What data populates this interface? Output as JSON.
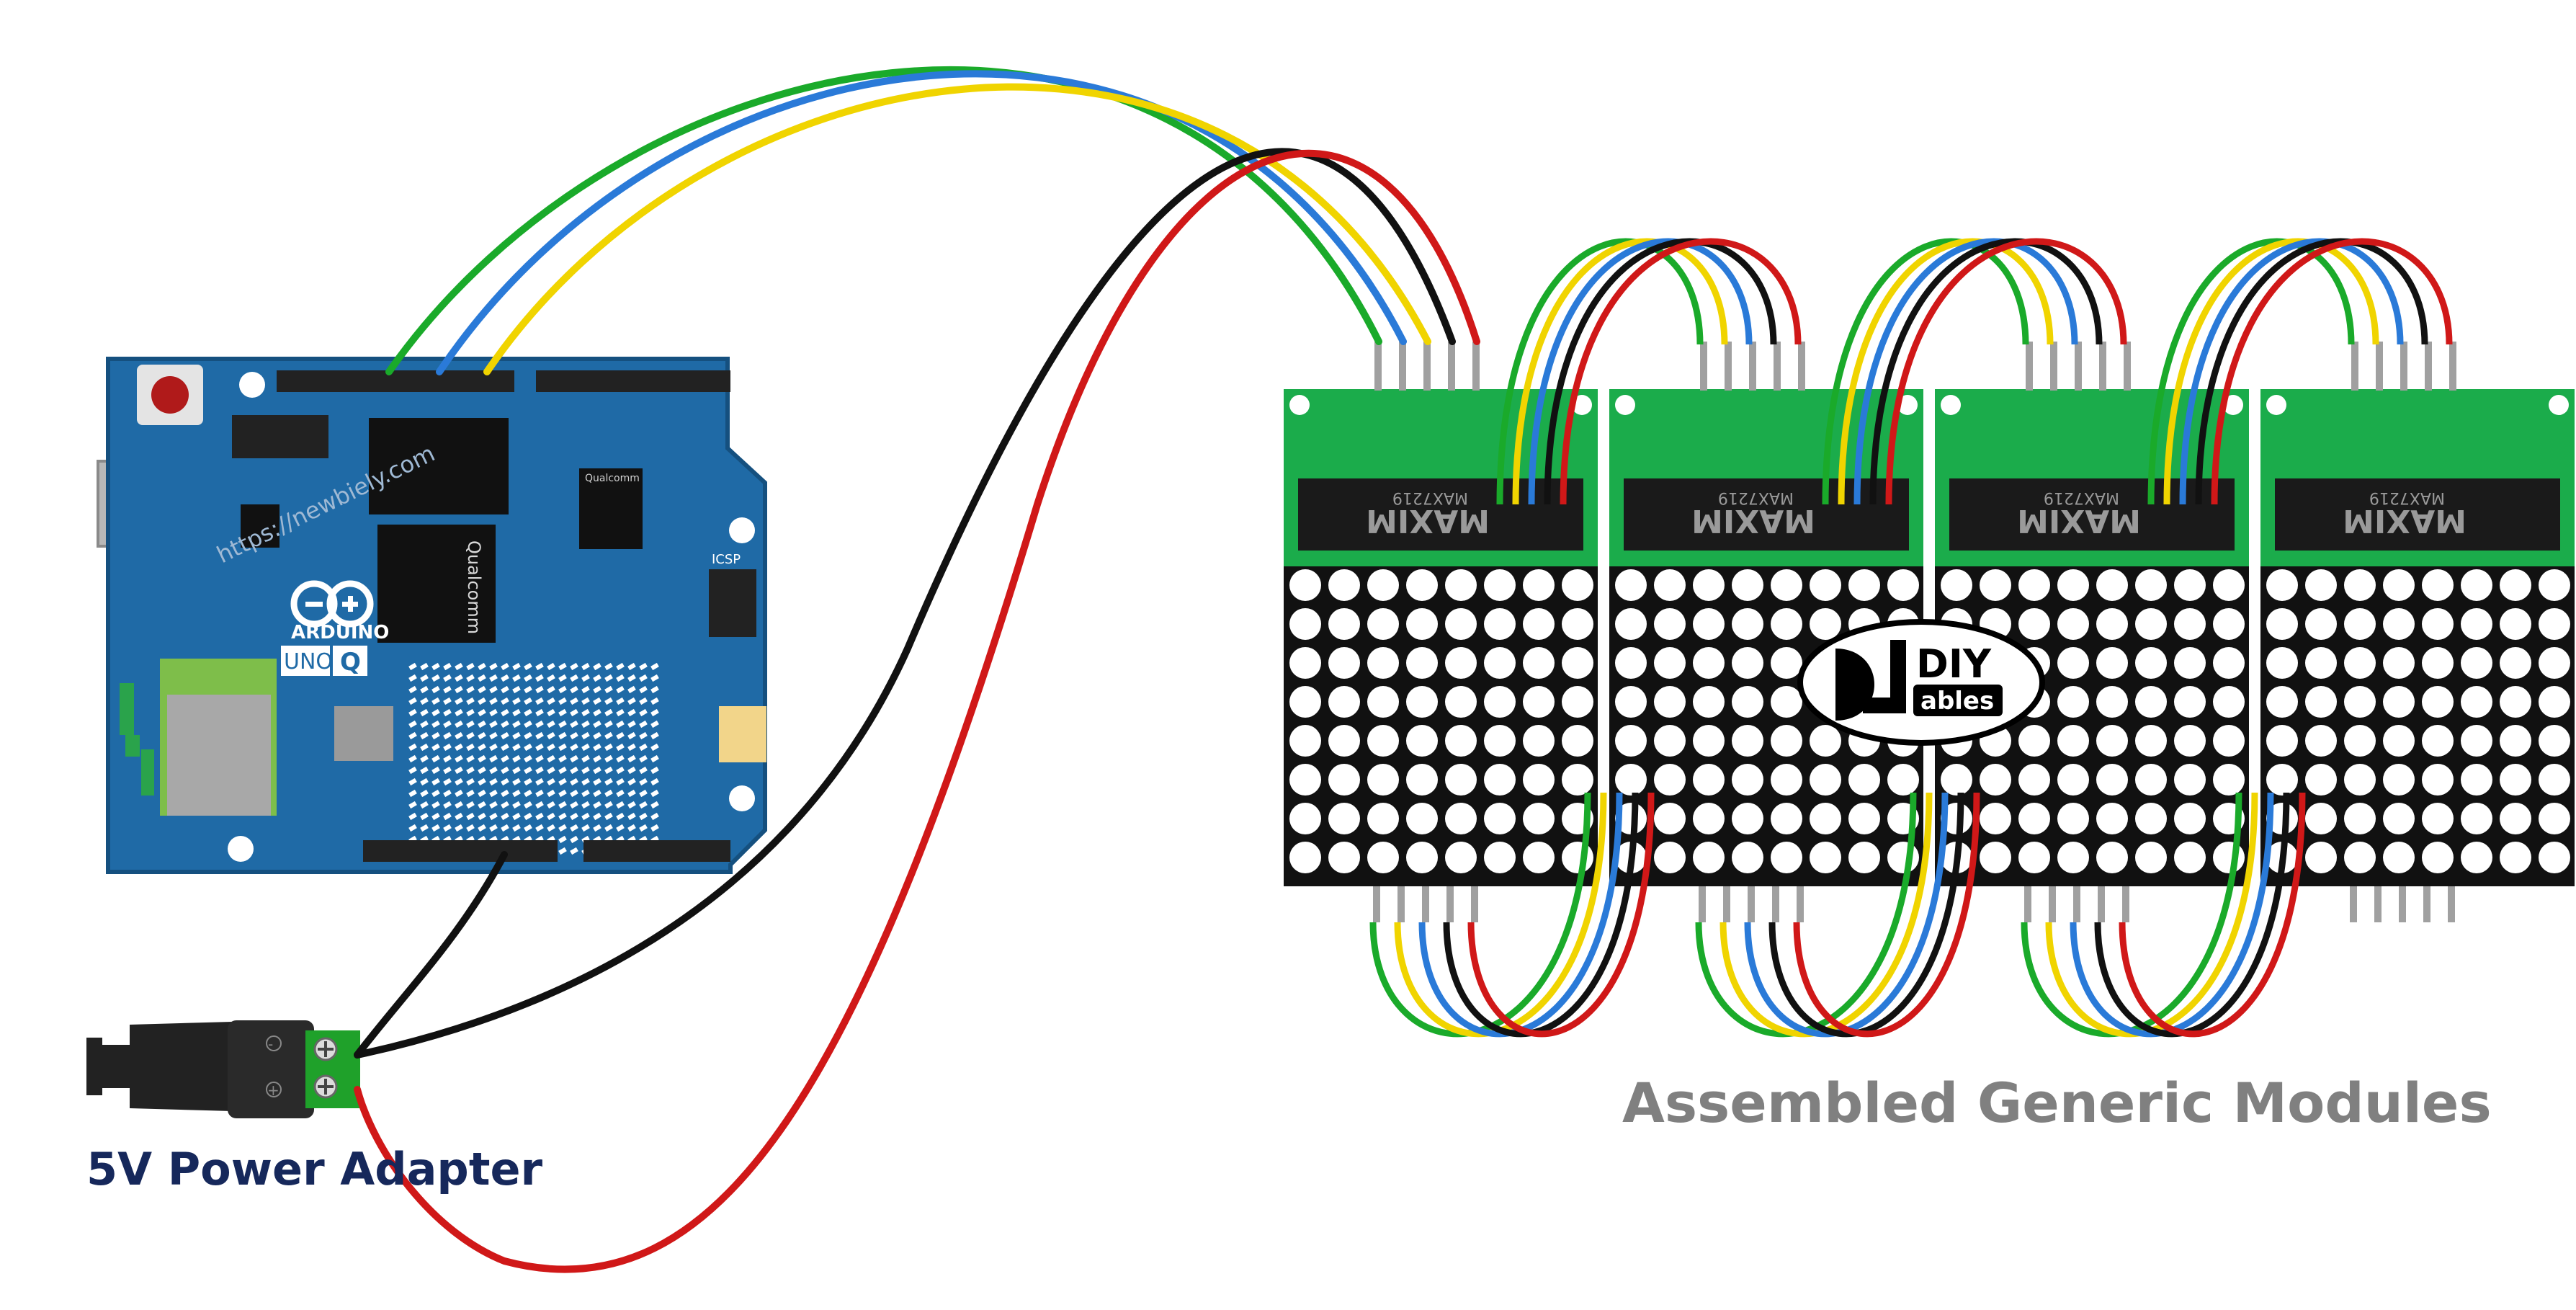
{
  "labels": {
    "power_adapter": "5V Power Adapter",
    "modules": "Assembled Generic Modules"
  },
  "board": {
    "brand": "ARDUINO",
    "model_a": "UNO",
    "model_b": "Q",
    "icsp": "ICSP",
    "chip_brand": "Qualcomm",
    "watermark": "https://newbiely.com"
  },
  "module_chip": {
    "brand": "MAXIM",
    "part": "MAX7219"
  },
  "logo": {
    "text_top": "DIY",
    "text_bottom": "ables"
  },
  "jack": {
    "minus": "-",
    "plus": "+"
  },
  "colors": {
    "board": "#1f6aa6",
    "board_edge": "#15507f",
    "pcb_green": "#1bac4b",
    "wire_red": "#d01818",
    "wire_black": "#111111",
    "wire_green": "#1aaa2a",
    "wire_blue": "#2a7ad8",
    "wire_yellow": "#f0d400",
    "label_blue": "#16285b",
    "label_gray": "#808080"
  },
  "module_count": 4
}
